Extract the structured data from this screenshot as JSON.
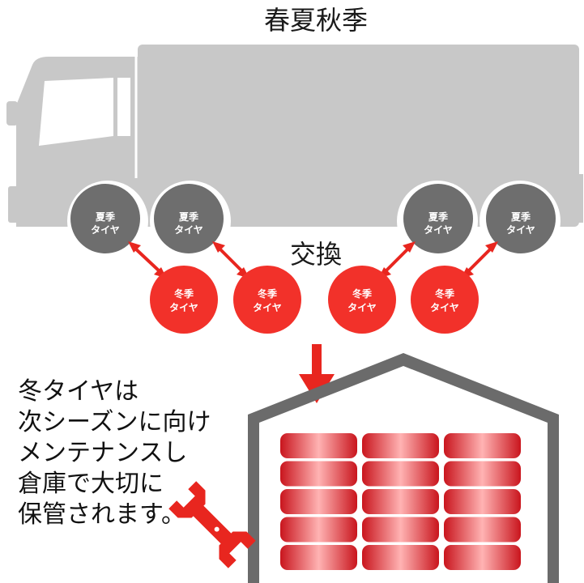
{
  "title": "春夏秋季",
  "swap_label": "交換",
  "summer_tire": {
    "line1": "夏季",
    "line2": "タイヤ",
    "color": "#6e6e6e"
  },
  "winter_tire": {
    "line1": "冬季",
    "line2": "タイヤ",
    "color": "#f2312a"
  },
  "truck_color": "#c8c8c8",
  "arrow_color": "#e8261f",
  "warehouse_color": "#6b6b6b",
  "tire_stack_color": "#e8261f",
  "description": [
    "冬タイヤは",
    "次シーズンに向け",
    "メンテナンスし",
    "倉庫で大切に",
    "保管されます。"
  ],
  "icons": {
    "wrench": "wrench-icon"
  }
}
